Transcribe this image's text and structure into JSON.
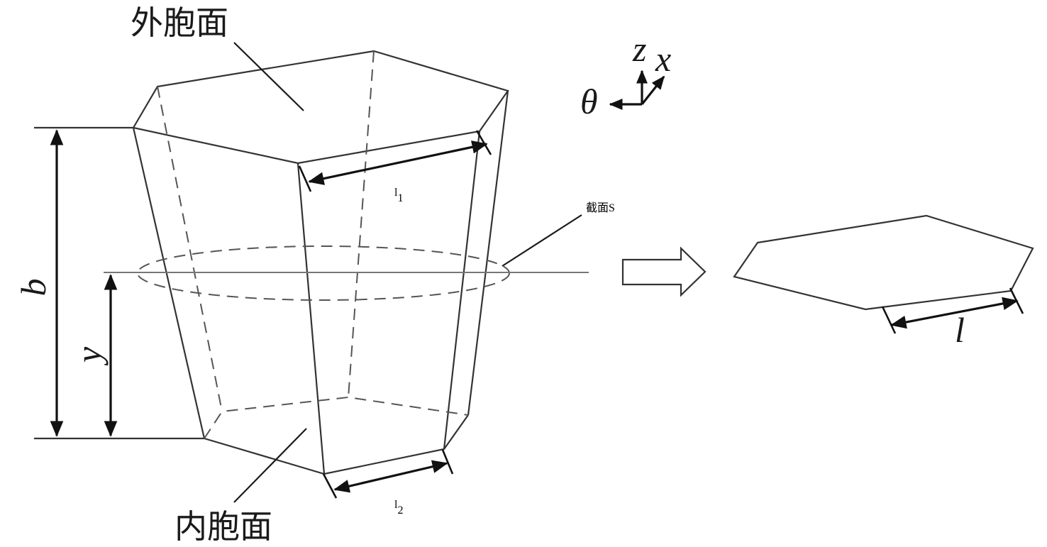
{
  "labels": {
    "outer_face": "外胞面",
    "inner_face": "内胞面",
    "section": "截面",
    "section_symbol": "S",
    "l1_main": "l",
    "l1_sub": "1",
    "l2_main": "l",
    "l2_sub": "2",
    "l": "l",
    "b": "b",
    "y": "y"
  },
  "axes": {
    "z": "z",
    "x": "x",
    "theta": "θ"
  },
  "colors": {
    "line": "#333333",
    "hidden_line": "#555555",
    "dimension": "#111111",
    "reference_line": "#777777",
    "background": "#ffffff"
  }
}
